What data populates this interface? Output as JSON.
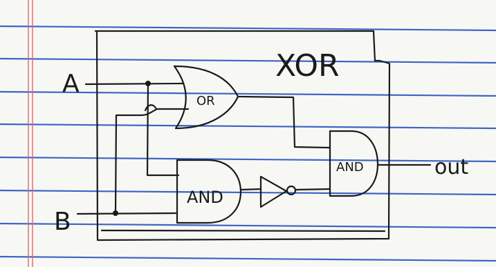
{
  "diagram": {
    "title": "XOR",
    "inputs": [
      "A",
      "B"
    ],
    "output": "out",
    "gates": {
      "or_gate": "OR",
      "and_gate_bottom": "AND",
      "and_gate_right": "AND",
      "not_gate": ""
    }
  },
  "colors": {
    "paper": "#f7f7f4",
    "rule_lines": "#3d63c6",
    "margin_lines": "#d96b6b",
    "ink": "#1a1a1a"
  }
}
